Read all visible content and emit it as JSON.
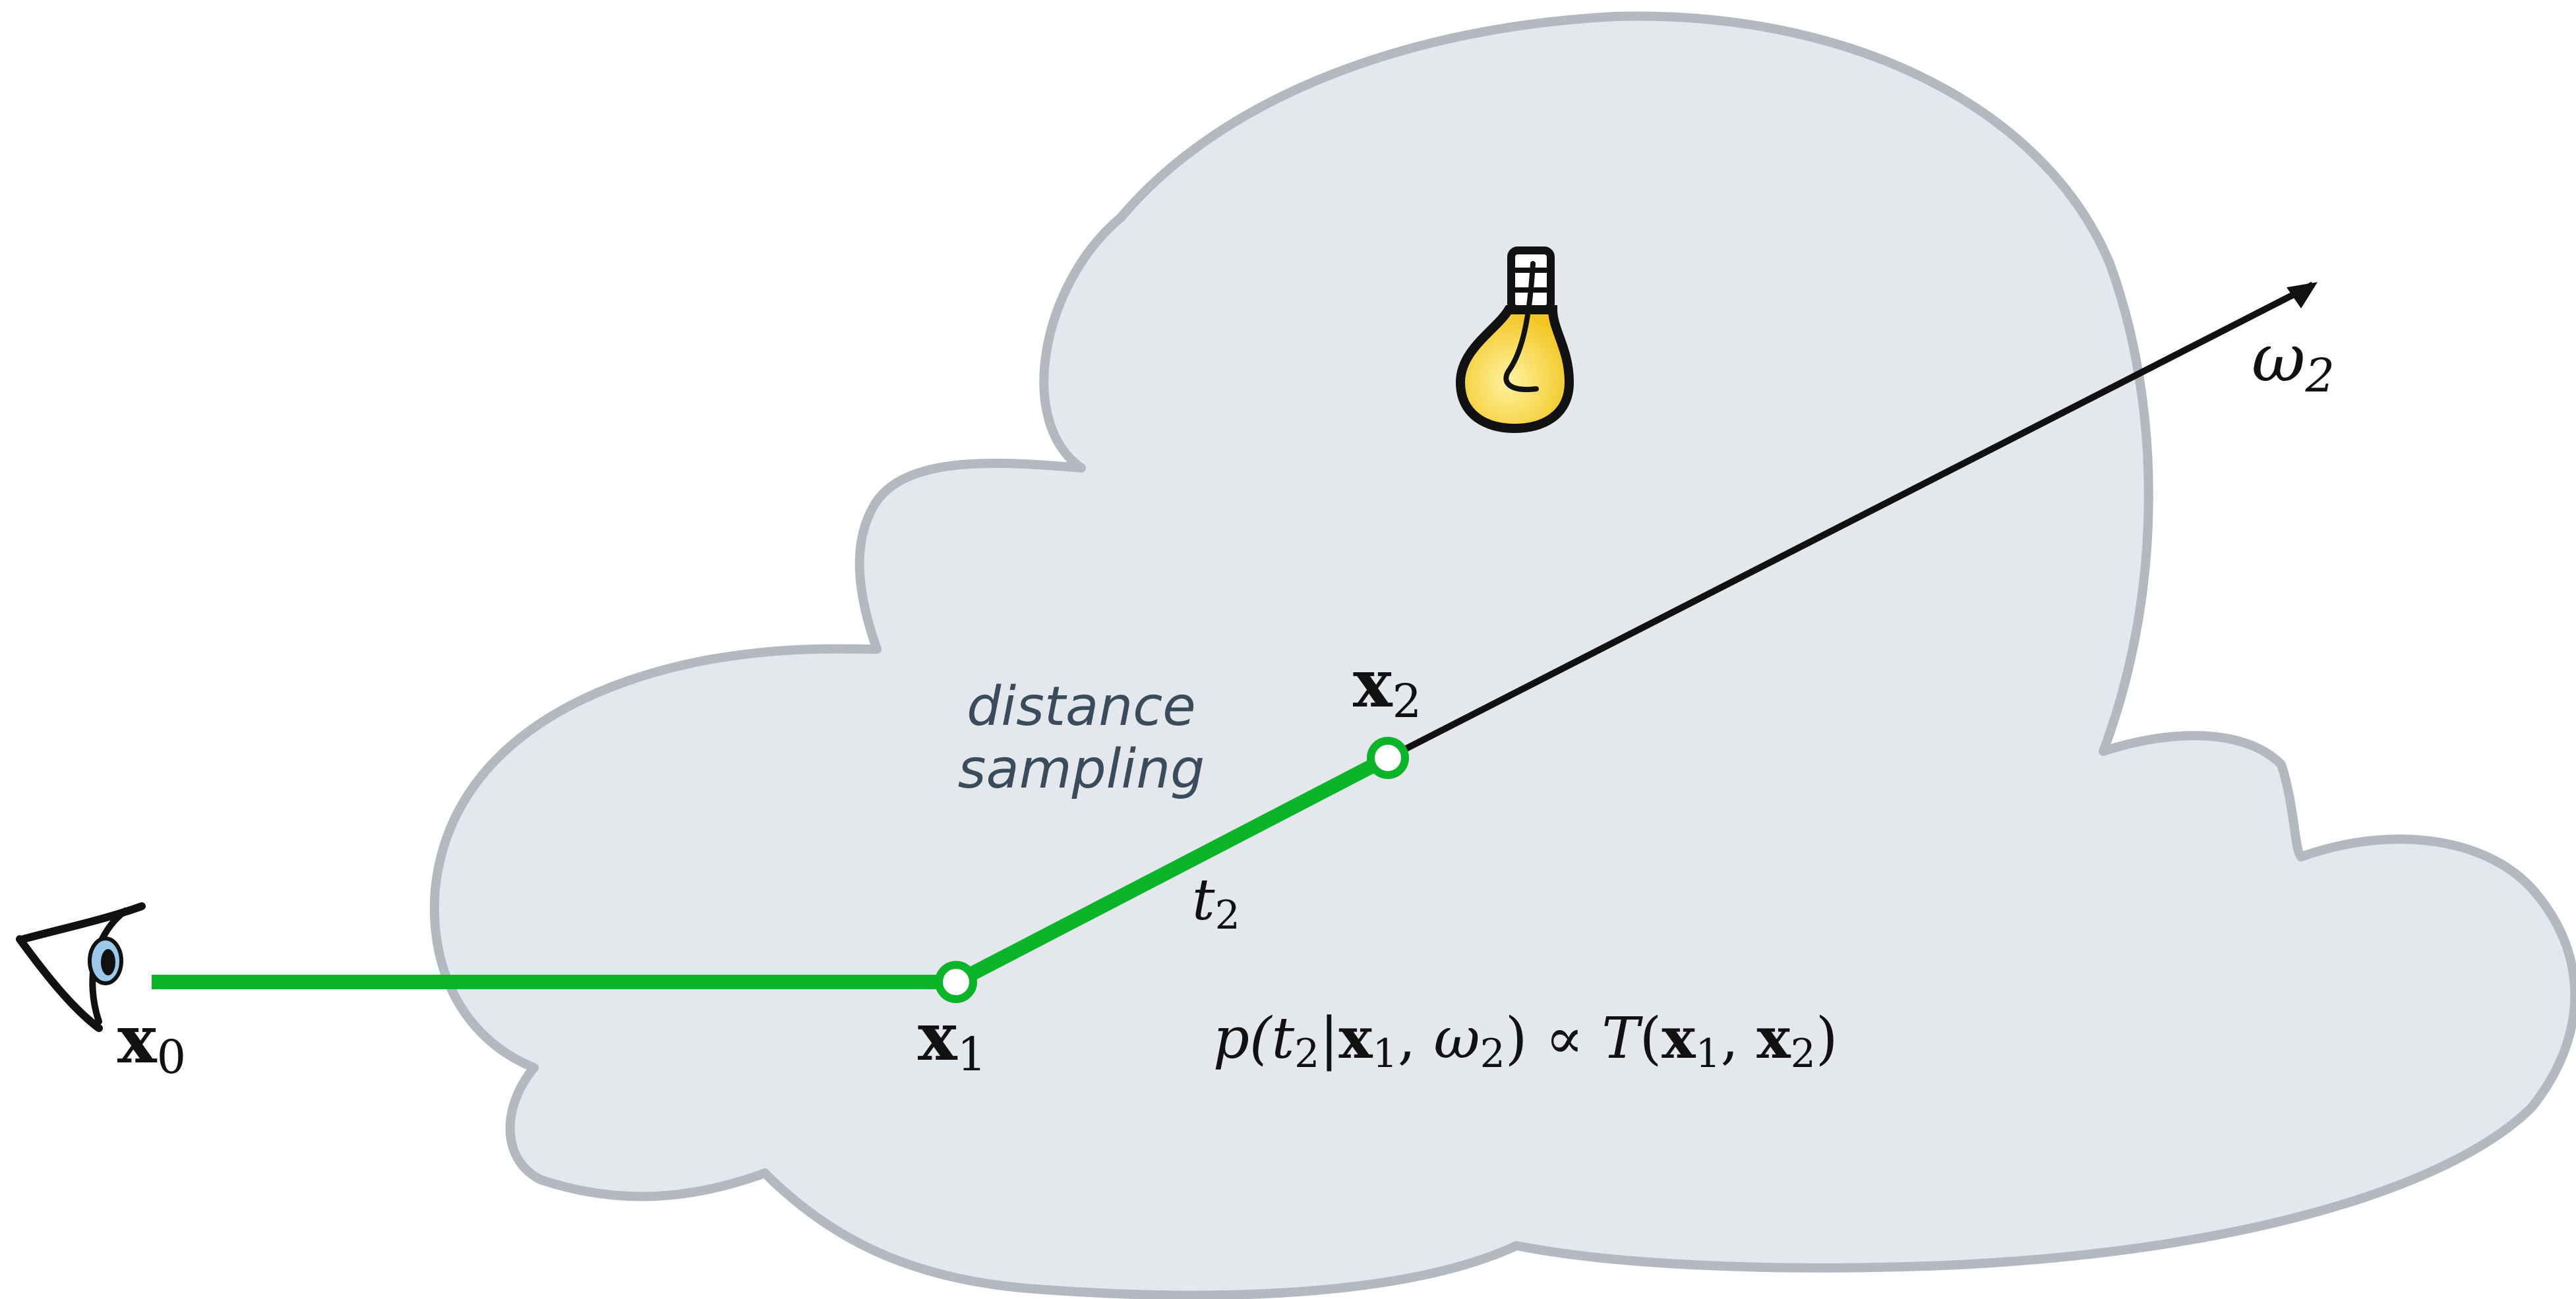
{
  "colors": {
    "cloud_fill": "#e4e8ec",
    "cloud_outline": "#b3b9bf",
    "path_green": "#0cb42a",
    "ray_black": "#111111",
    "bulb_yellow": "#f7d23c",
    "annotation_text": "#3a4b5c"
  },
  "icons": {
    "eye": "eye-icon",
    "light": "lightbulb-icon"
  },
  "points": {
    "x0": {
      "base": "x",
      "sub": "0"
    },
    "x1": {
      "base": "x",
      "sub": "1"
    },
    "x2": {
      "base": "x",
      "sub": "2"
    }
  },
  "direction": {
    "base": "ω",
    "sub": "2"
  },
  "segment_label": {
    "base": "t",
    "sub": "2"
  },
  "annotation": {
    "line1": "distance",
    "line2": "sampling"
  },
  "formula": {
    "f1": "p(",
    "f2": "t",
    "f3": "2",
    "f4": "|",
    "f5": "x",
    "f6": "1",
    "f7": ", ",
    "f8": "ω",
    "f9": "2",
    "f10": ") ∝ ",
    "f11": "T",
    "f12": "(",
    "f13": "x",
    "f14": "1",
    "f15": ", ",
    "f16": "x",
    "f17": "2",
    "f18": ")"
  }
}
